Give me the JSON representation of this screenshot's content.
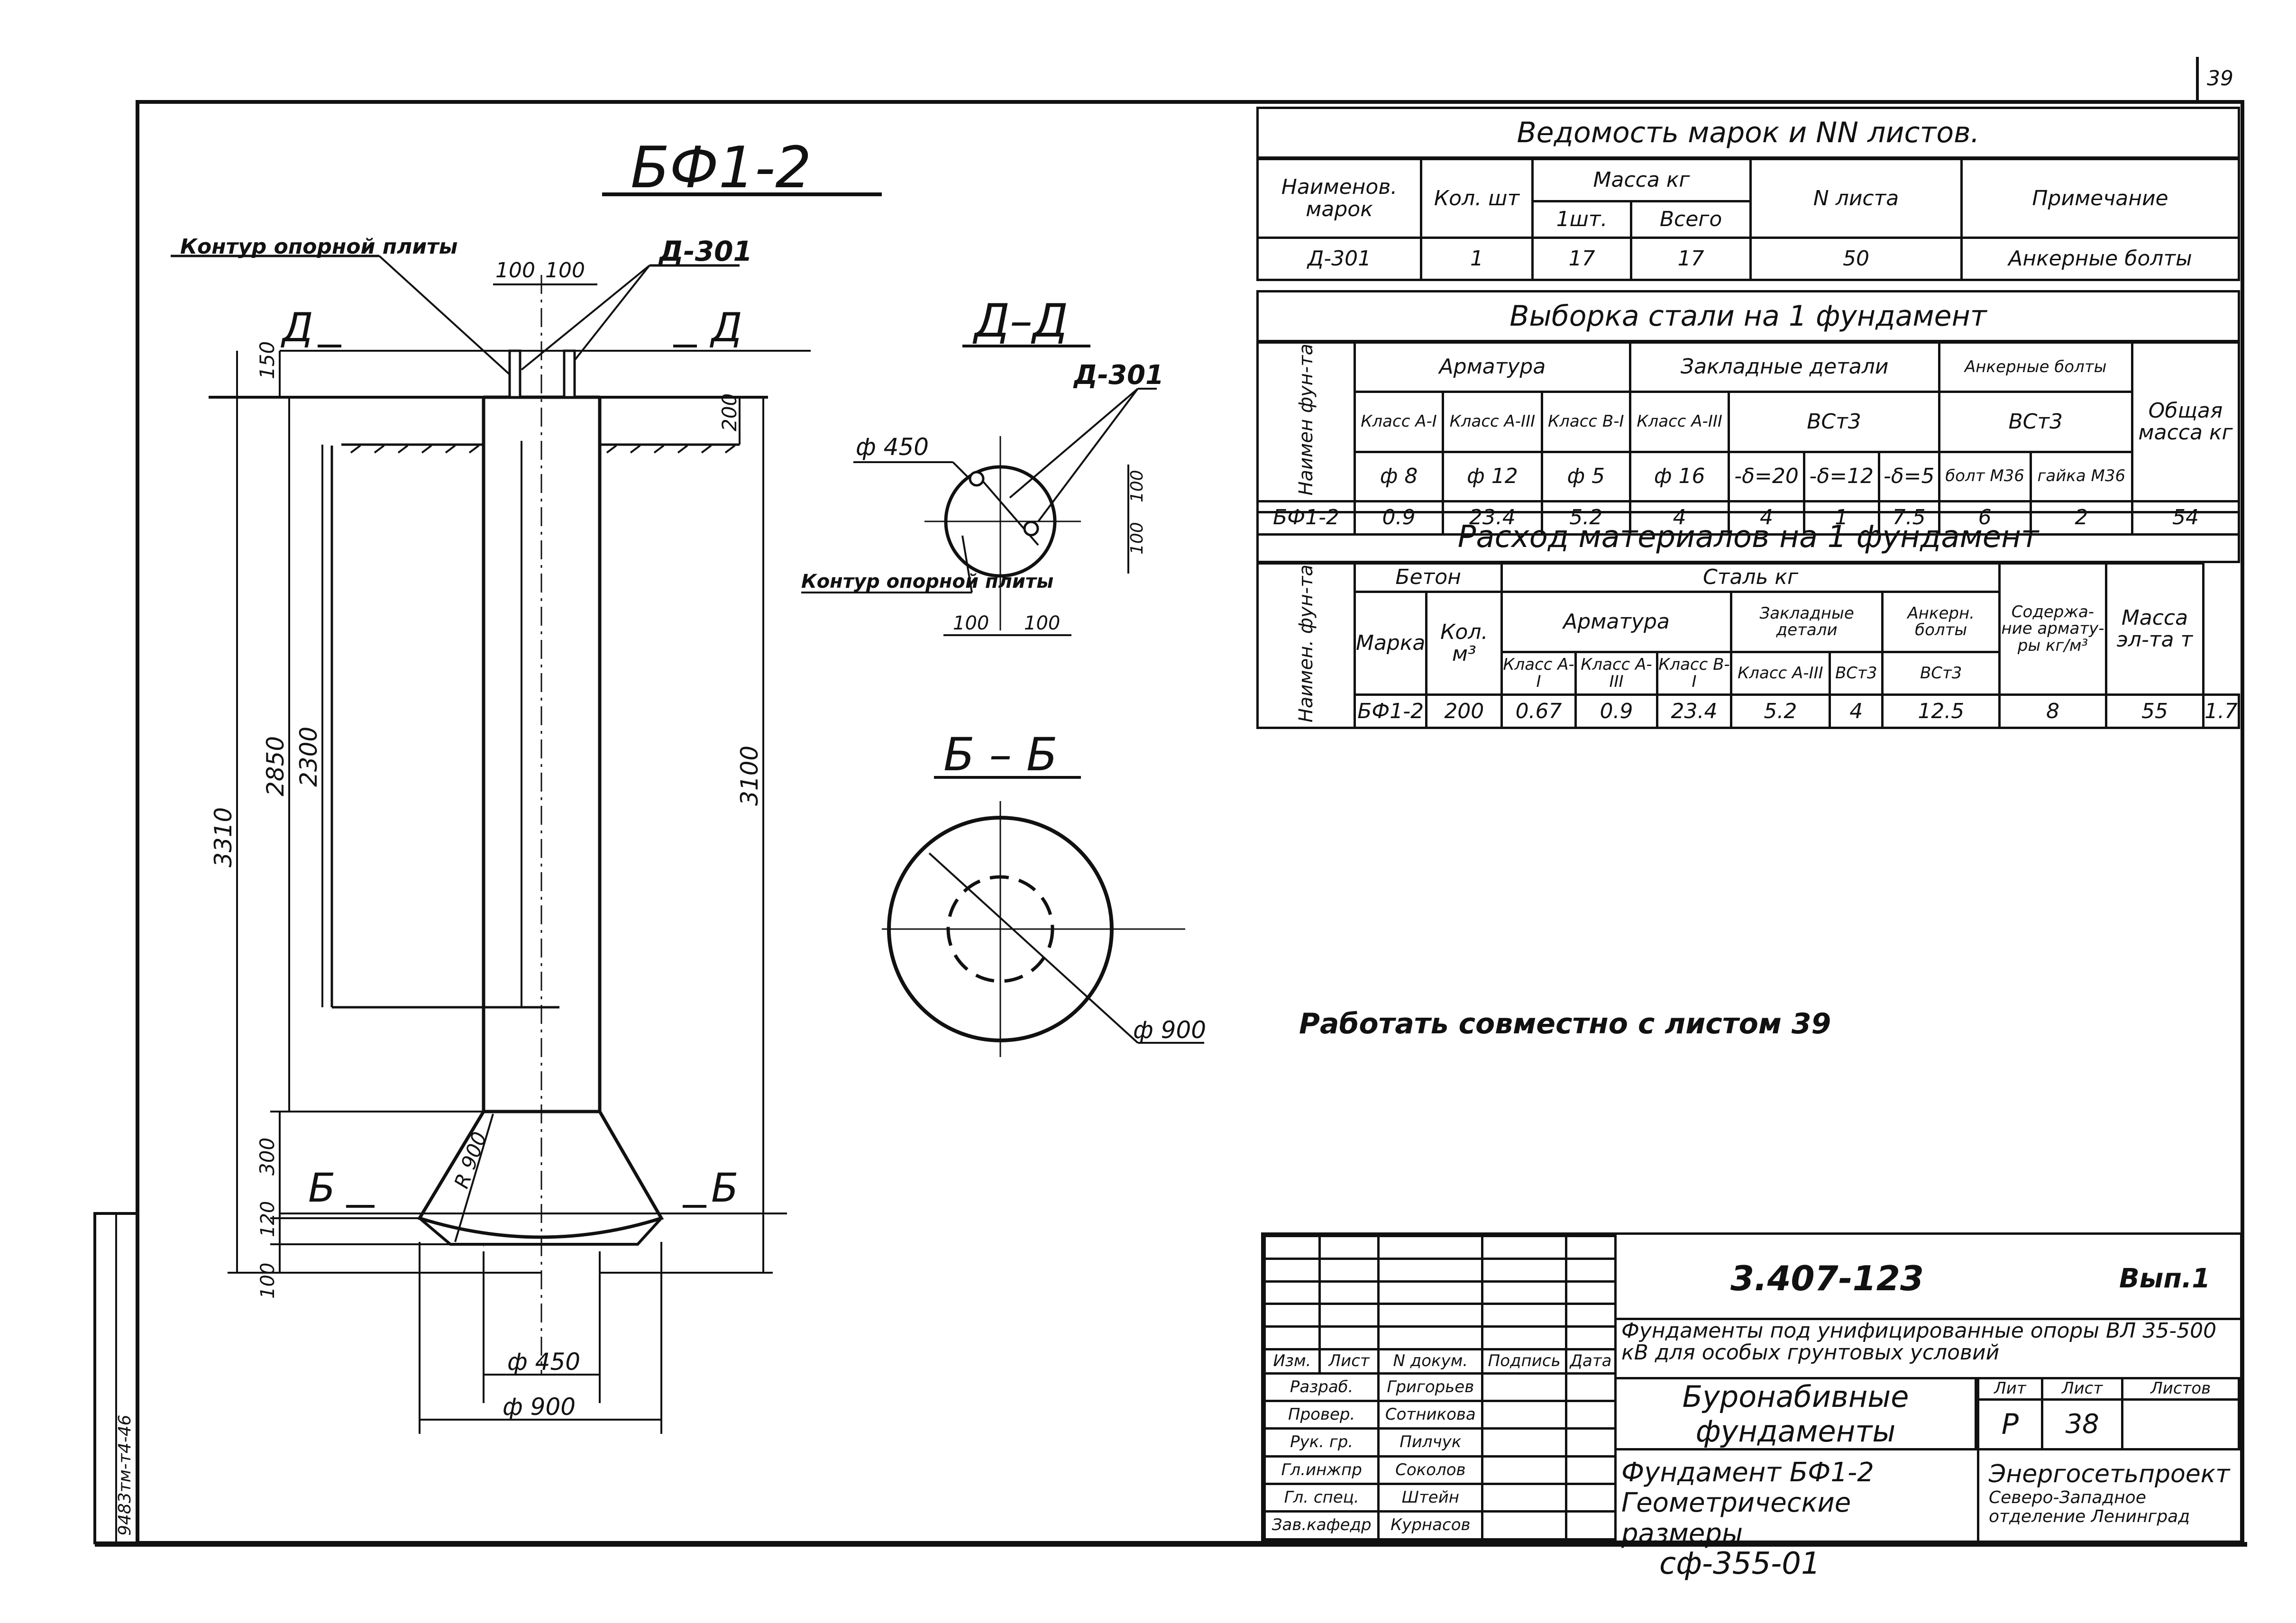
{
  "page_number": "39",
  "drawing_title": "БФ1-2",
  "labels": {
    "contour": "Контур опорной плиты",
    "anchor_ref": "Д-301",
    "dim_100a": "100",
    "dim_100b": "100",
    "cut_d": "Д",
    "cut_b": "Б",
    "dims_left": [
      "150",
      "3310",
      "2850",
      "2300",
      "300",
      "120",
      "100"
    ],
    "dims_right": [
      "200",
      "3100"
    ],
    "radius": "R 900",
    "phi450_bottom": "ф 450",
    "phi900_bottom": "ф 900"
  },
  "section_dd": {
    "title": "Д–Д",
    "ref": "Д-301",
    "phi": "ф 450",
    "contour": "Контур опорной плиты",
    "dim_a": "100",
    "dim_b": "100",
    "dim_v1": "100",
    "dim_v2": "100"
  },
  "section_bb": {
    "title": "Б – Б",
    "phi": "ф 900"
  },
  "note": "Работать совместно с листом 39",
  "table1": {
    "title": "Ведомость марок и NN листов.",
    "headers": [
      "Наименов. марок",
      "Кол. шт",
      "Масса кг",
      "N листа",
      "Примечание"
    ],
    "mass_sub": [
      "1шт.",
      "Всего"
    ],
    "row": [
      "Д-301",
      "1",
      "17",
      "17",
      "50",
      "Анкерные болты"
    ]
  },
  "table2": {
    "title": "Выборка стали на 1 фундамент",
    "col_name": "Наимен фун-та",
    "groups": [
      "Арматура",
      "Закладные детали",
      "Анкерные болты",
      "Общая масса кг"
    ],
    "classes": [
      "Класс А-I",
      "Класс А-III",
      "Класс В-I",
      "Класс А-III",
      "ВСт3",
      "ВСт3"
    ],
    "sizes": [
      "ф 8",
      "ф 12",
      "ф 5",
      "ф 16",
      "-δ=20",
      "-δ=12",
      "-δ=5",
      "болт М36",
      "гайка М36"
    ],
    "row": [
      "БФ1-2",
      "0.9",
      "23.4",
      "5.2",
      "4",
      "4",
      "1",
      "7.5",
      "6",
      "2",
      "54"
    ]
  },
  "table3": {
    "title": "Расход материалов на 1 фундамент",
    "col_name": "Наимен. фун-та",
    "beton": "Бетон",
    "marka": "Марка",
    "kol": "Кол. м³",
    "stal": "Сталь кг",
    "armatura": "Арматура",
    "zakl": "Закладные детали",
    "ankern": "Анкерн. болты",
    "soderzh": "Содержа-ние армату-ры кг/м³",
    "massa": "Масса эл-та т",
    "classes": [
      "Класс А-I",
      "Класс А-III",
      "Класс В-I",
      "Класс А-III",
      "ВСт3",
      "ВСт3"
    ],
    "row": [
      "БФ1-2",
      "200",
      "0.67",
      "0.9",
      "23.4",
      "5.2",
      "4",
      "12.5",
      "8",
      "55",
      "1.7"
    ]
  },
  "stamp": {
    "code": "3.407-123",
    "issue": "Вып.1",
    "subject": "Фундаменты под унифицированные опоры ВЛ 35-500 кВ для особых грунтовых условий",
    "header_cols": [
      "Изм.",
      "Лист",
      "N докум.",
      "Подпись",
      "Дата"
    ],
    "roles": [
      "Разраб.",
      "Провер.",
      "Рук. гр.",
      "Гл.инжпр",
      "Гл. спец.",
      "Зав.кафедр"
    ],
    "names": [
      "Григорьев",
      "Сотникова",
      "Пилчук",
      "Соколов",
      "Штейн",
      "Курнасов"
    ],
    "doc_title": "Буронабивные фундаменты",
    "sheet_title": "Фундамент БФ1-2 Геометрические размеры",
    "stage_label": "Лит",
    "sheet_label": "Лист",
    "sheets_label": "Листов",
    "stage": "Р",
    "sheet": "38",
    "org": "Энергосетьпроект",
    "org_sub": "Северо-Западное отделение Ленинград"
  },
  "side_stamp": "9483тм-т4-46",
  "bottom_code": "сф-355-01"
}
